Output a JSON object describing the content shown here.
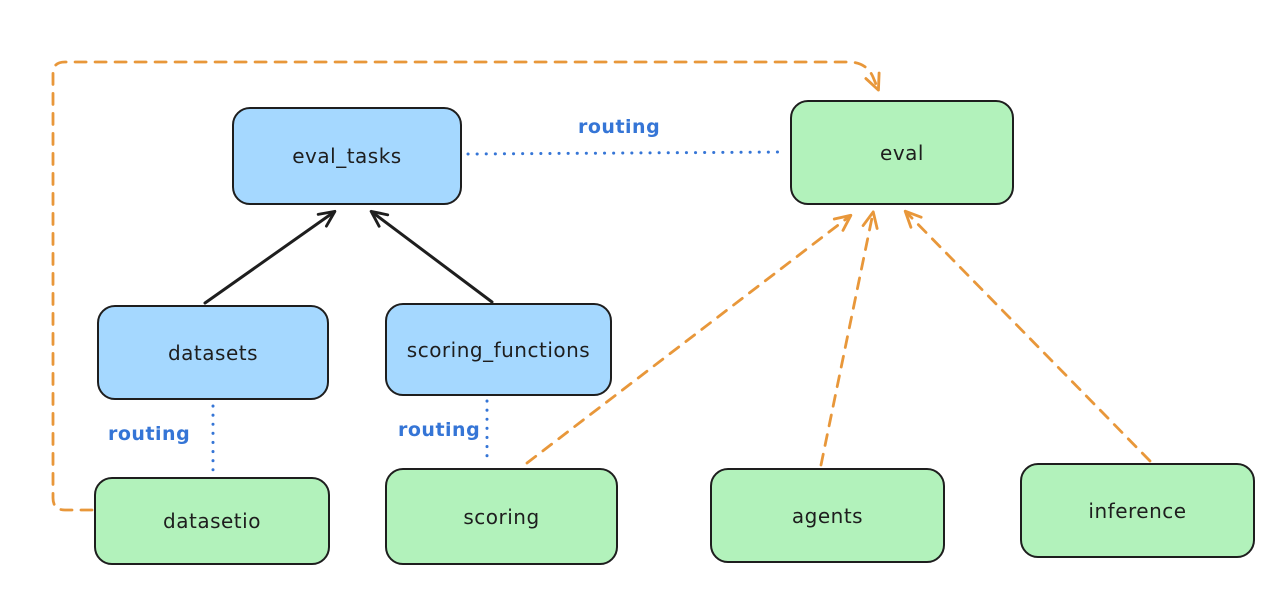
{
  "diagram": {
    "kind": "architecture-routing-diagram",
    "background": "#ffffff"
  },
  "colors": {
    "api_fill_blue": "#a5d8ff",
    "provider_fill_green": "#b2f2bb",
    "node_stroke": "#1e1e1e",
    "routing_blue": "#3575d6",
    "provider_arrow_orange": "#e8973a"
  },
  "nodes": [
    {
      "id": "eval_tasks",
      "label": "eval_tasks",
      "fill": "#a5d8ff"
    },
    {
      "id": "eval",
      "label": "eval",
      "fill": "#b2f2bb"
    },
    {
      "id": "datasets",
      "label": "datasets",
      "fill": "#a5d8ff"
    },
    {
      "id": "scoring_functions",
      "label": "scoring_functions",
      "fill": "#a5d8ff"
    },
    {
      "id": "datasetio",
      "label": "datasetio",
      "fill": "#b2f2bb"
    },
    {
      "id": "scoring",
      "label": "scoring",
      "fill": "#b2f2bb"
    },
    {
      "id": "agents",
      "label": "agents",
      "fill": "#b2f2bb"
    },
    {
      "id": "inference",
      "label": "inference",
      "fill": "#b2f2bb"
    }
  ],
  "edges": [
    {
      "from": "datasets",
      "to": "eval_tasks",
      "style": "solid",
      "color": "#1e1e1e",
      "arrow": true,
      "label": ""
    },
    {
      "from": "scoring_functions",
      "to": "eval_tasks",
      "style": "solid",
      "color": "#1e1e1e",
      "arrow": true,
      "label": ""
    },
    {
      "from": "eval_tasks",
      "to": "eval",
      "style": "dotted",
      "color": "#3575d6",
      "arrow": false,
      "label": "routing"
    },
    {
      "from": "datasets",
      "to": "datasetio",
      "style": "dotted",
      "color": "#3575d6",
      "arrow": false,
      "label": "routing"
    },
    {
      "from": "scoring_functions",
      "to": "scoring",
      "style": "dotted",
      "color": "#3575d6",
      "arrow": false,
      "label": "routing"
    },
    {
      "from": "scoring",
      "to": "eval",
      "style": "dashed",
      "color": "#e8973a",
      "arrow": true,
      "label": ""
    },
    {
      "from": "agents",
      "to": "eval",
      "style": "dashed",
      "color": "#e8973a",
      "arrow": true,
      "label": ""
    },
    {
      "from": "inference",
      "to": "eval",
      "style": "dashed",
      "color": "#e8973a",
      "arrow": true,
      "label": ""
    },
    {
      "from": "datasetio",
      "to": "eval",
      "style": "dashed",
      "color": "#e8973a",
      "arrow": true,
      "label": "",
      "route": "around-left-and-top"
    }
  ]
}
